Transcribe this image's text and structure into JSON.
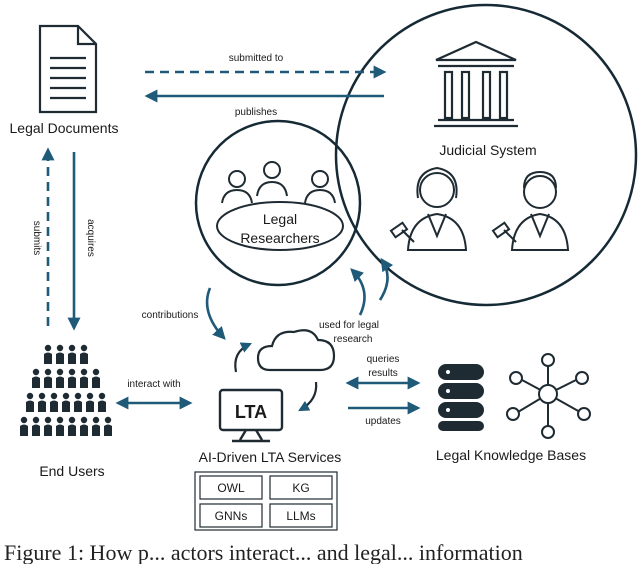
{
  "colors": {
    "arrow": "#1f5a78",
    "ink": "#1f2b33",
    "stroke": "#162a36"
  },
  "nodes": {
    "legal_documents": "Legal Documents",
    "judicial_system": "Judicial System",
    "legal_researchers_line1": "Legal",
    "legal_researchers_line2": "Researchers",
    "end_users": "End Users",
    "lta_services": "AI-Driven LTA Services",
    "lta_label": "LTA",
    "knowledge_bases": "Legal Knowledge Bases"
  },
  "tech_boxes": [
    "OWL",
    "KG",
    "GNNs",
    "LLMs"
  ],
  "edges": {
    "submitted_to": "submitted to",
    "publishes": "publishes",
    "submits": "submits",
    "acquires": "acquires",
    "contributions": "contributions",
    "used_for_line1": "used for legal",
    "used_for_line2": "research",
    "interact_with": "interact with",
    "queries": "queries",
    "results": "results",
    "updates": "updates"
  },
  "caption": "Figure 1: How p... actors interact... and legal... information"
}
